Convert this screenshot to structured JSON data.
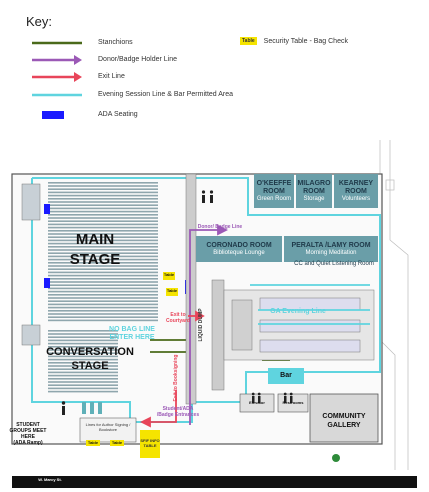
{
  "key": {
    "title": "Key:",
    "items": [
      {
        "label": "Stanchions",
        "color": "#4a6a1a",
        "kind": "line"
      },
      {
        "label": "Donor/Badge Holder Line",
        "color": "#9b59b6",
        "kind": "arrow"
      },
      {
        "label": "Exit Line",
        "color": "#e8455a",
        "kind": "arrow"
      },
      {
        "label": "Evening Session Line & Bar Permitted Area",
        "color": "#5fd4df",
        "kind": "line"
      },
      {
        "label": "ADA Seating",
        "color": "#1a1aff",
        "kind": "block"
      }
    ],
    "security_chip": "Table",
    "security_label": "Security Table - Bag Check"
  },
  "rooms": {
    "okeeffe": {
      "title": "O'KEEFFE ROOM",
      "sub": "Green Room"
    },
    "milagro": {
      "title": "MILAGRO ROOM",
      "sub": "Storage"
    },
    "kearney": {
      "title": "KEARNEY ROOM",
      "sub": "Volunteers"
    },
    "coronado": {
      "title": "CORONADO ROOM",
      "sub": "Biblioteque Lounge"
    },
    "peralta": {
      "title": "PERALTA /LAMY ROOM",
      "sub": "Morning Meditation"
    },
    "cc_quiet": "CC and Quiet Listening Room"
  },
  "stages": {
    "main": "MAIN STAGE",
    "conversation": "CONVERSATION STAGE"
  },
  "labels": {
    "donor_badge_line": "Donor/ Badge Line",
    "no_bag_line": "NO BAG LINE ENTER HERE",
    "exit_courtyard": "Exit to Courtyard",
    "exit_booksigning": "Exit to Booksigning",
    "liquid_dump": "LIQUID DUMP",
    "ga_evening": "GA Evening Line",
    "bar": "Bar",
    "elevator": "Elevator",
    "restrooms": "Restrooms",
    "community_gallery": "COMMUNITY GALLERY",
    "student_ada": "Student/ADA /Badge Entrances",
    "student_groups": "STUDENT GROUPS MEET HERE",
    "ada_ramp": "(ADA Ramp)",
    "lines_author": "Lines for Author Signing / Bookstore",
    "ipi_info": "SFIF INFO TABLE",
    "table_chip": "Table",
    "street": "W. Marcy St."
  },
  "colors": {
    "stanchion": "#4a6a1a",
    "donor": "#9b59b6",
    "exit": "#e8455a",
    "evening": "#5fd4df",
    "ada": "#1a1aff",
    "room_fill": "#6a9ea8",
    "room_text": "#1f3a4a",
    "security": "#f5e400"
  }
}
